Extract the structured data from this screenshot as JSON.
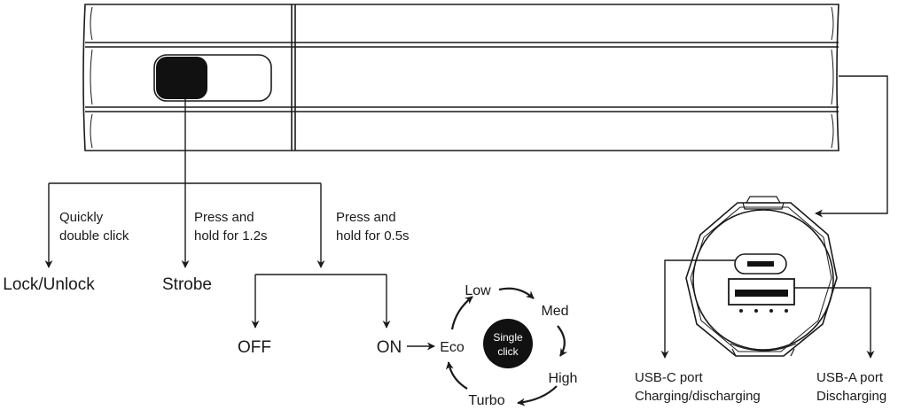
{
  "actions": {
    "double_click": {
      "line1": "Quickly",
      "line2": "double click",
      "result": "Lock/Unlock"
    },
    "hold_long": {
      "line1": "Press and",
      "line2": "hold for 1.2s",
      "result": "Strobe"
    },
    "hold_short": {
      "line1": "Press and",
      "line2": "hold for 0.5s"
    }
  },
  "states": {
    "off": "OFF",
    "on": "ON"
  },
  "mode_cycle": {
    "center_line1": "Single",
    "center_line2": "click",
    "modes": [
      "Eco",
      "Low",
      "Med",
      "High",
      "Turbo"
    ]
  },
  "ports": {
    "usb_c": {
      "name": "USB-C port",
      "function": "Charging/discharging"
    },
    "usb_a": {
      "name": "USB-A port",
      "function": "Discharging"
    }
  },
  "colors": {
    "ink": "#1a1a1a",
    "button": "#111111",
    "background": "#ffffff"
  }
}
